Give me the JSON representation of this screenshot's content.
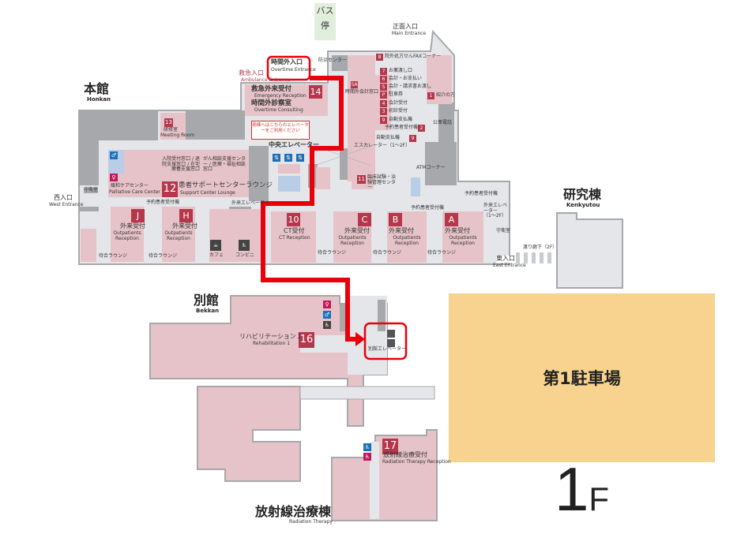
{
  "colors": {
    "room": "#e6c3c8",
    "corridor": "#e4e6ea",
    "wall": "#a6a8ab",
    "route": "#e8000b",
    "parking": "#f8d390",
    "number_badge": "#b5374b",
    "bus_stop": "#e1eedb"
  },
  "bus_stop": "バス停",
  "floor": {
    "number": "1",
    "suffix": "F"
  },
  "parking": "第1駐車場",
  "buildings": {
    "honkan": {
      "ja": "本館",
      "en": "Honkan"
    },
    "kenkyutou": {
      "ja": "研究棟",
      "en": "Kenkyutou"
    },
    "bekkan": {
      "ja": "別館",
      "en": "Bekkan"
    },
    "radiation": {
      "ja": "放射線治療棟",
      "en": "Radiation Therapy"
    }
  },
  "entrances": {
    "main": {
      "ja": "正面入口",
      "en": "Main Entrance"
    },
    "overtime": {
      "ja": "時間外入口",
      "en": "Overtime Entrance"
    },
    "ambulance": {
      "ja": "救急入口",
      "en": "Ambulance Entrance"
    },
    "west": {
      "ja": "西入口",
      "en": "West Entrance"
    },
    "east": {
      "ja": "東入口",
      "en": "East Entrance"
    }
  },
  "notice": "病棟へはこちらのエレベーターをご利用ください",
  "rooms": [
    {
      "num": "14",
      "ja": "救急外来受付",
      "en": "Emergency Reception"
    },
    {
      "num": "",
      "ja": "時間外診察室",
      "en": "Overtime Consulting"
    },
    {
      "num": "13",
      "ja": "研修室",
      "en": "Meeting Room"
    },
    {
      "num": "12",
      "ja": "患者サポートセンターラウンジ",
      "en": "Support Center Lounge"
    },
    {
      "num": "12a",
      "ja": "がん相談支援センター / 医療・福祉相談窓口",
      "en": ""
    },
    {
      "num": "12b",
      "ja": "入院受付窓口 / 退院支援窓口 / 在宅療養支援窓口",
      "en": ""
    },
    {
      "num": "12c",
      "ja": "緩和ケアセンター",
      "en": "Palliative Care Center"
    },
    {
      "num": "J",
      "ja": "外来受付",
      "en": "Outpatients Reception"
    },
    {
      "num": "H",
      "ja": "外来受付",
      "en": "Outpatients Reception"
    },
    {
      "num": "10",
      "ja": "CT受付",
      "en": "CT Reception"
    },
    {
      "num": "C",
      "ja": "外来受付",
      "en": "Outpatients Reception"
    },
    {
      "num": "B",
      "ja": "外来受付",
      "en": "Outpatients Reception"
    },
    {
      "num": "A",
      "ja": "外来受付",
      "en": "Outpatients Reception"
    },
    {
      "num": "11",
      "ja": "臨床試験・治験管理センター",
      "en": ""
    },
    {
      "num": "16",
      "ja": "リハビリテーション１",
      "en": "Rehabilitation 1"
    },
    {
      "num": "17",
      "ja": "放射線治療受付",
      "en": "Radiation Therapy Reception"
    }
  ],
  "counters": [
    {
      "num": "8",
      "ja": "院外処方せんFAXコーナー"
    },
    {
      "num": "7",
      "ja": "お薬渡し口"
    },
    {
      "num": "6",
      "ja": "会計・お支払い"
    },
    {
      "num": "5",
      "ja": "会計・請求書お渡し"
    },
    {
      "num": "P",
      "ja": "駐車券"
    },
    {
      "num": "4",
      "ja": "会計受付"
    },
    {
      "num": "3",
      "ja": "初診受付"
    },
    {
      "num": "9",
      "ja": "自動支払機"
    },
    {
      "num": "2",
      "ja": "予約患者受付機"
    },
    {
      "num": "9",
      "ja": "自動支払機"
    },
    {
      "num": "1",
      "ja": "紹介の方"
    },
    {
      "num": "5A",
      "ja": "時間外会計窓口"
    }
  ],
  "facilities": {
    "central_elevator": "中央エレベーター",
    "escalator": "エスカレーター（1〜2F）",
    "outpatient_elevator": "外来エレベーター",
    "outpatient_elevator_east": "外来エレベーター（1〜2F）",
    "bekkan_elevator": "別館エレベーター",
    "disaster_center": "防災センター",
    "guard_west": "守衛室",
    "guard_east": "守衛室",
    "cafe": "カフェ",
    "convenience": "コンビニ",
    "atm": "ATMコーナー",
    "reservation_machine": "予約患者受付機",
    "corridor": "渡り廊下（2F）",
    "waiting_lounge": "待合ラウンジ",
    "public_phone": "公衆電話"
  }
}
